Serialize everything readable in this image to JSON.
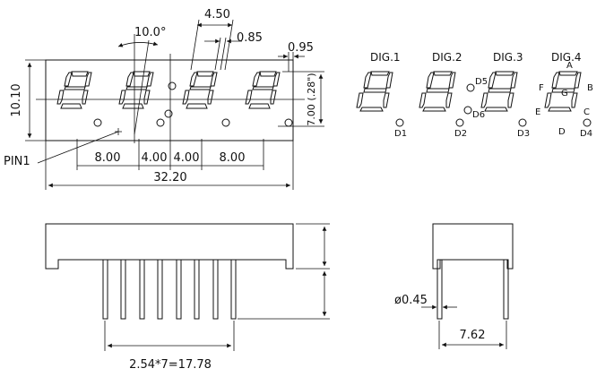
{
  "front_view": {
    "width_dim": "32.20",
    "height_dim": "10.10",
    "spacing_left": "8.00",
    "spacing_mid1": "4.00",
    "spacing_mid2": "4.00",
    "spacing_right": "8.00",
    "digit_pitch": "4.50",
    "segment_width": "0.85",
    "dp_offset": "0.95",
    "digit_height": "7.00 (.28\")",
    "slant_angle": "10.0°",
    "pin1_label": "PIN1"
  },
  "circuit": {
    "digits": [
      "DIG.1",
      "DIG.2",
      "DIG.3",
      "DIG.4"
    ],
    "segment_letters": {
      "A": "A",
      "B": "B",
      "C": "C",
      "D": "D",
      "E": "E",
      "F": "F",
      "G": "G"
    },
    "dp_labels": [
      "D1",
      "D2",
      "D3",
      "D4"
    ],
    "colon_labels": [
      "D5",
      "D6"
    ]
  },
  "side_view": {
    "pin_pitch": "2.54*7=17.78"
  },
  "end_view": {
    "pin_diameter": "ø0.45",
    "row_spacing": "7.62"
  }
}
